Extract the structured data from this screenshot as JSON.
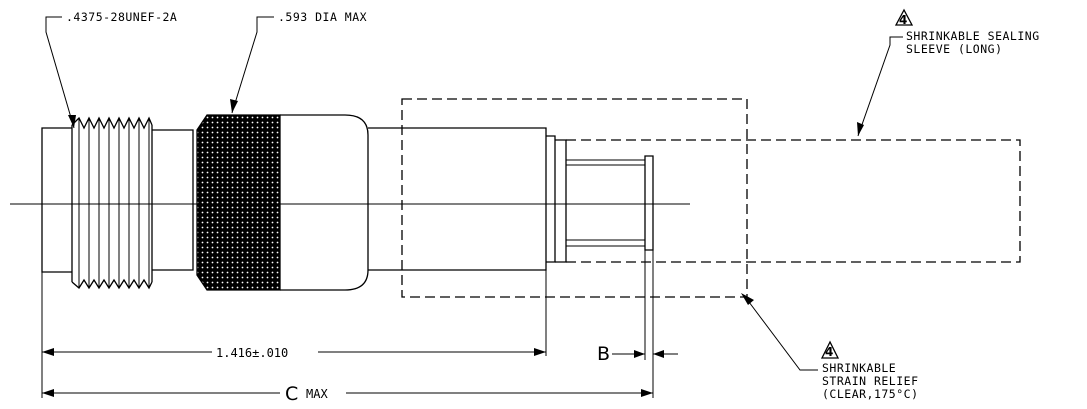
{
  "callouts": {
    "thread_spec": ".4375-28UNEF-2A",
    "diameter_max": ".593 DIA MAX",
    "sealing_note_number": "4",
    "sealing_sleeve_line1": "SHRINKABLE SEALING",
    "sealing_sleeve_line2": "SLEEVE (LONG)",
    "relief_note_number": "4",
    "strain_relief_line1": "SHRINKABLE",
    "strain_relief_line2": "STRAIN RELIEF",
    "strain_relief_line3": "(CLEAR,175°C)"
  },
  "dimensions": {
    "length_value": "1.416±.010",
    "b_label": "B",
    "c_label": "C",
    "c_suffix": "MAX"
  }
}
